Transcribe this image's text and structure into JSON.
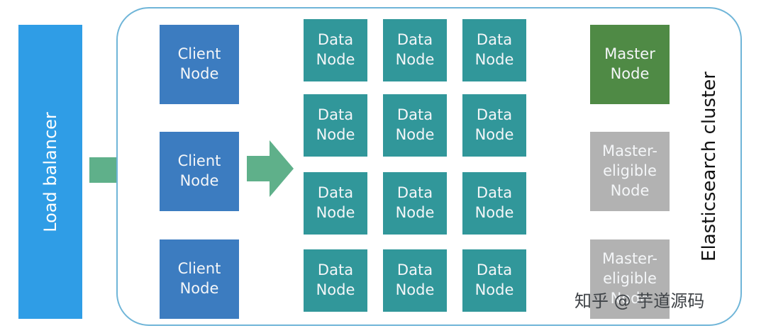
{
  "load_balancer": {
    "label": "Load balancer"
  },
  "cluster": {
    "label": "Elasticsearch cluster"
  },
  "client_nodes": [
    {
      "label": "Client\nNode"
    },
    {
      "label": "Client\nNode"
    },
    {
      "label": "Client\nNode"
    }
  ],
  "data_nodes": [
    {
      "label": "Data\nNode"
    },
    {
      "label": "Data\nNode"
    },
    {
      "label": "Data\nNode"
    },
    {
      "label": "Data\nNode"
    },
    {
      "label": "Data\nNode"
    },
    {
      "label": "Data\nNode"
    },
    {
      "label": "Data\nNode"
    },
    {
      "label": "Data\nNode"
    },
    {
      "label": "Data\nNode"
    },
    {
      "label": "Data\nNode"
    },
    {
      "label": "Data\nNode"
    },
    {
      "label": "Data\nNode"
    }
  ],
  "master_node": {
    "label": "Master\nNode"
  },
  "master_eligible_nodes": [
    {
      "label": "Master-\neligible\nNode"
    },
    {
      "label": "Master-\neligible\nNode"
    }
  ],
  "watermark": {
    "text": "知乎 @ 芋道源码"
  },
  "colors": {
    "load_balancer": "#2f9de6",
    "client_node": "#3c7cc0",
    "data_node": "#31979a",
    "master_node": "#4f8a45",
    "master_eligible_node": "#b2b2b2",
    "arrow": "#5fb08a",
    "cluster_border": "#6fb5d8"
  }
}
